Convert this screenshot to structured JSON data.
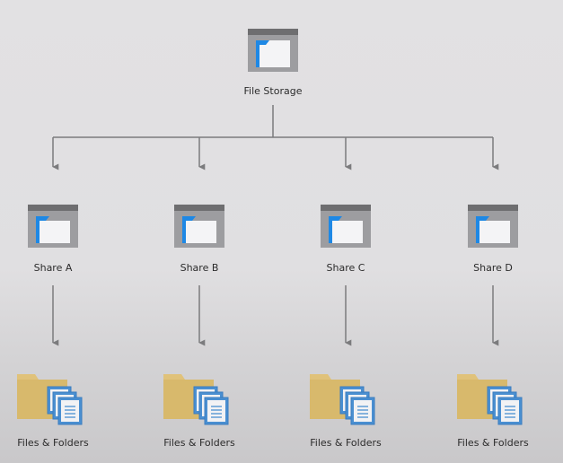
{
  "root": {
    "label": "File Storage",
    "icon": "storage-window-icon"
  },
  "shares": [
    {
      "label": "Share A",
      "icon": "share-window-icon",
      "content": {
        "label": "Files & Folders",
        "icon": "folder-with-files-icon"
      }
    },
    {
      "label": "Share B",
      "icon": "share-window-icon",
      "content": {
        "label": "Files & Folders",
        "icon": "folder-with-files-icon"
      }
    },
    {
      "label": "Share C",
      "icon": "share-window-icon",
      "content": {
        "label": "Files & Folders",
        "icon": "folder-with-files-icon"
      }
    },
    {
      "label": "Share D",
      "icon": "share-window-icon",
      "content": {
        "label": "Files & Folders",
        "icon": "folder-with-files-icon"
      }
    }
  ],
  "colors": {
    "window_frame": "#7a7a7c",
    "window_body": "#a3a3a6",
    "window_titlebar": "#6e6e70",
    "page_front": "#f4f4f6",
    "folder_tab_blue": "#1e88e5",
    "folder_yellow": "#e0c27a",
    "doc_blue": "#4a8fd1",
    "connector": "#7b7b7d"
  }
}
